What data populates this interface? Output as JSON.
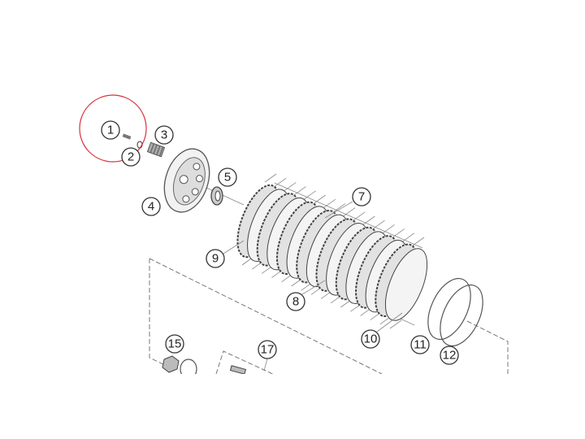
{
  "diagram": {
    "callouts": [
      "1",
      "2",
      "3",
      "4",
      "5",
      "7",
      "8",
      "9",
      "10",
      "11",
      "12",
      "15",
      "17"
    ],
    "highlight_color": "#d9323a",
    "highlighted_part": "1"
  }
}
